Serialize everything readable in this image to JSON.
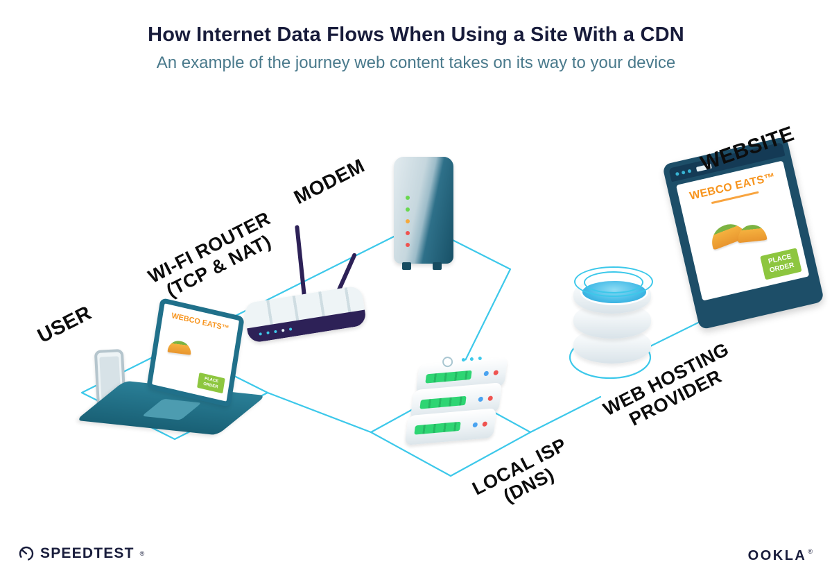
{
  "header": {
    "title": "How Internet Data Flows When Using a Site With a CDN",
    "subtitle": "An example of the journey web content takes on its way to your device"
  },
  "labels": {
    "user": "USER",
    "router_line1": "WI-FI ROUTER",
    "router_line2": "(TCP & NAT)",
    "modem": "MODEM",
    "isp_line1": "LOCAL ISP",
    "isp_line2": "(DNS)",
    "hosting_line1": "WEB HOSTING",
    "hosting_line2": "PROVIDER",
    "website": "WEBSITE"
  },
  "laptop_screen": {
    "brand": "WEBCO EATS™",
    "order_button": "PLACE ORDER"
  },
  "website_window": {
    "brand": "WEBCO EATS™",
    "order_button": "PLACE ORDER"
  },
  "footer": {
    "speedtest_wordmark": "SPEEDTEST",
    "speedtest_trademark": "®",
    "ookla_wordmark": "OOKLA",
    "ookla_trademark": "®"
  },
  "colors": {
    "line_cyan": "#3cc8ea",
    "title_navy": "#171b3a",
    "subtitle_teal": "#4a7a8c",
    "brand_orange": "#f7941d",
    "button_green": "#8dc63f",
    "server_green": "#2ed573",
    "frame_navy": "#1d4e68",
    "router_purple": "#2d2157",
    "laptop_teal": "#20708a",
    "modem_teal": "#175066",
    "water_blue": "#49bde8",
    "footer_navy": "#191d3c",
    "led_green": "#69d84f",
    "led_amber": "#f5a93c",
    "led_red": "#ef5350",
    "led_blue": "#4aa3f0"
  }
}
